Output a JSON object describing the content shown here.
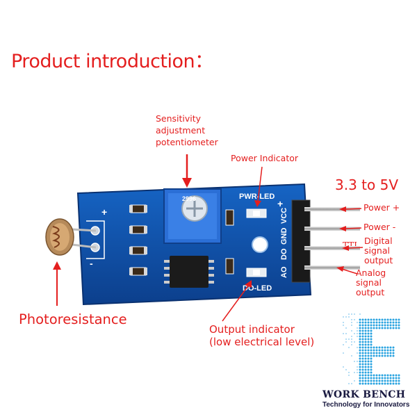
{
  "title": "Product introduction：",
  "sensitivity": {
    "line1": "Sensitivity",
    "line2": "adjustment",
    "line3": "potentiometer"
  },
  "power_indicator": "Power Indicator",
  "voltage": "3.3 to 5V",
  "pins": {
    "power_plus": "Power +",
    "power_minus": "Power -",
    "ttl": "TTL",
    "digital_line1": "Digital",
    "digital_line2": "signal",
    "digital_line3": "output",
    "analog_line1": "Analog",
    "analog_line2": "signal",
    "analog_line3": "output"
  },
  "photoresistance": "Photoresistance",
  "output_indicator": {
    "line1": "Output indicator",
    "line2": "(low electrical level)"
  },
  "pcb": {
    "pwr_led": "PWR-LED",
    "do_led": "DO-LED",
    "pin_vcc": "VCC",
    "pin_gnd": "GND",
    "pin_do": "DO",
    "pin_ao": "AO",
    "plus": "+",
    "pot_code": "2996"
  },
  "logo": {
    "name": "WORK BENCH",
    "tagline": "Technology for Innovators"
  },
  "colors": {
    "label_red": "#e41e1e",
    "pcb_blue": "#0f4fa8",
    "pot_blue": "#2b6fd6"
  }
}
